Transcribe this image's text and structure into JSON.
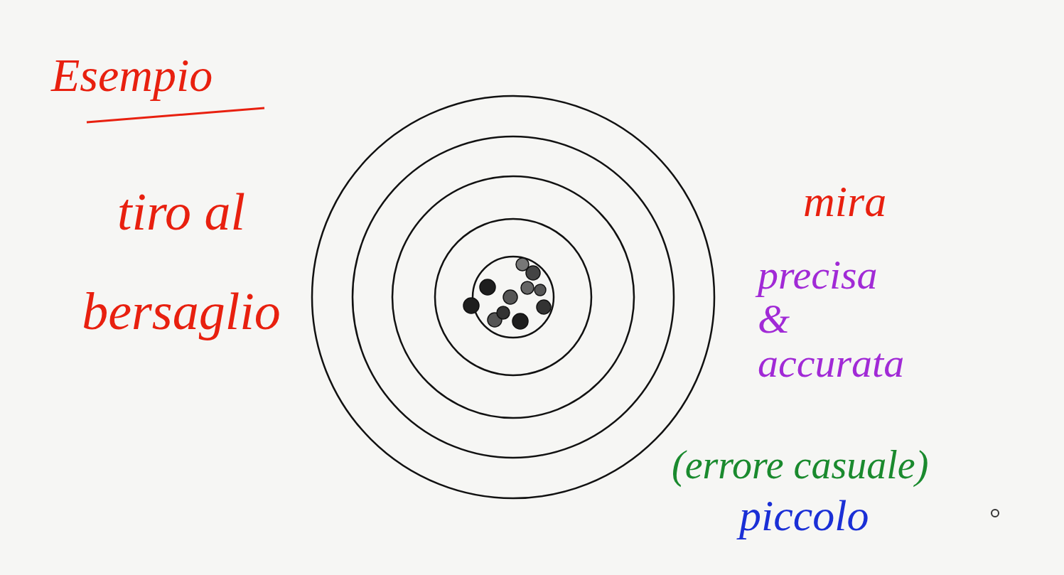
{
  "diagram": {
    "title": "Esempio",
    "labels": [
      "tiro al bersaglio",
      "mira",
      "precisa & accurata",
      "(errore casuale)",
      "piccolo"
    ]
  }
}
